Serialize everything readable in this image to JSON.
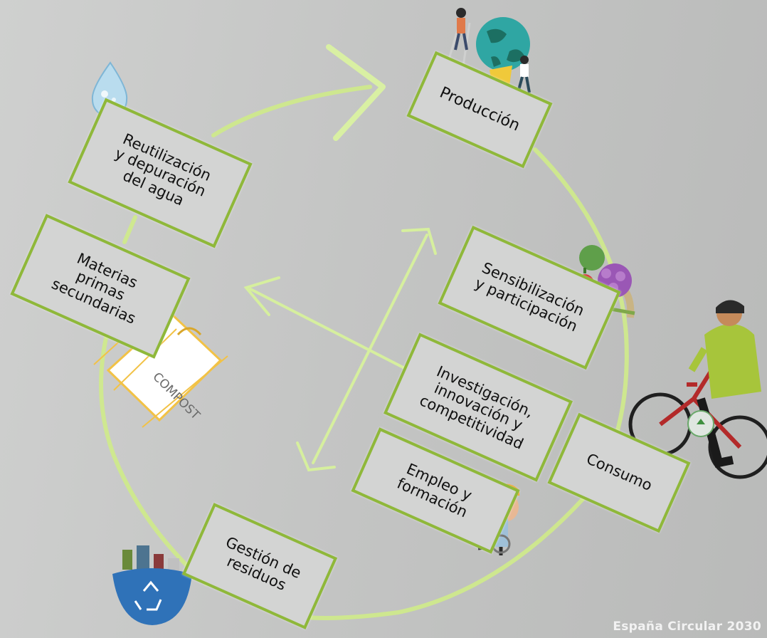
{
  "diagram": {
    "steps": [
      {
        "id": "produccion",
        "label": "Producción"
      },
      {
        "id": "sensibilizacion",
        "label": "Sensibilización\ny participación"
      },
      {
        "id": "investigacion",
        "label": "Investigación,\ninnovación y\ncompetitividad"
      },
      {
        "id": "empleo",
        "label": "Empleo y\nformación"
      },
      {
        "id": "consumo",
        "label": "Consumo"
      },
      {
        "id": "gestion",
        "label": "Gestión de\nresiduos"
      },
      {
        "id": "materias",
        "label": "Materias\nprimas\nsecundarias"
      },
      {
        "id": "reutilizacion",
        "label": "Reutilización\ny depuración\ndel agua"
      }
    ],
    "compost_label": "COMPOST",
    "watermark": "España Circular 2030"
  },
  "colors": {
    "accent": "#8fb83a",
    "arrow": "#cde98a",
    "background": "#c4c5c4"
  },
  "icons": [
    "water-drop-icon",
    "globe-workers-icon",
    "vegetables-icon",
    "cyclist-icon",
    "worker-icon",
    "recycle-bin-icon",
    "compost-bag-icon"
  ]
}
